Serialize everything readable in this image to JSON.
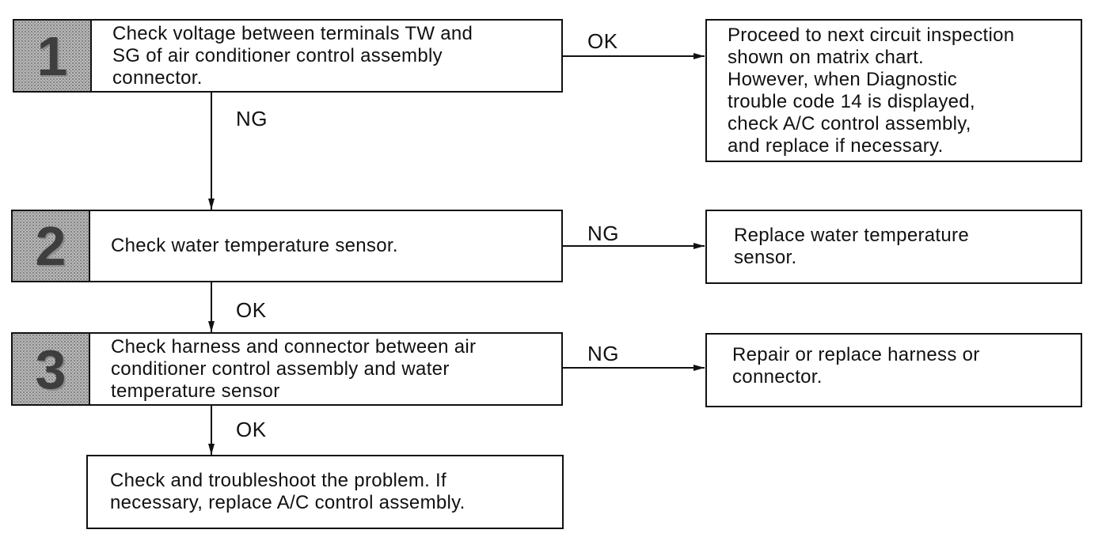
{
  "steps": [
    {
      "number": "1",
      "text_lines": [
        "Check voltage between terminals TW and",
        "SG of air conditioner control assembly",
        "connector."
      ]
    },
    {
      "number": "2",
      "text_lines": [
        "Check water temperature sensor."
      ]
    },
    {
      "number": "3",
      "text_lines": [
        "Check harness and connector between air",
        "conditioner control assembly and water",
        "temperature sensor"
      ]
    }
  ],
  "results": {
    "step1_ok": [
      "Proceed to next circuit inspection",
      "shown on matrix chart.",
      "However, when Diagnostic",
      "trouble code 14 is displayed,",
      "check A/C control assembly,",
      "and replace if necessary."
    ],
    "step2_ng": [
      "Replace water temperature",
      "sensor."
    ],
    "step3_ng": [
      "Repair or replace harness or",
      "connector."
    ],
    "final": [
      "Check and troubleshoot the problem.  If",
      "necessary, replace A/C control assembly."
    ]
  },
  "labels": {
    "step1_right": "OK",
    "step1_down": "NG",
    "step2_right": "NG",
    "step2_down": "OK",
    "step3_right": "NG",
    "step3_down": "OK"
  }
}
